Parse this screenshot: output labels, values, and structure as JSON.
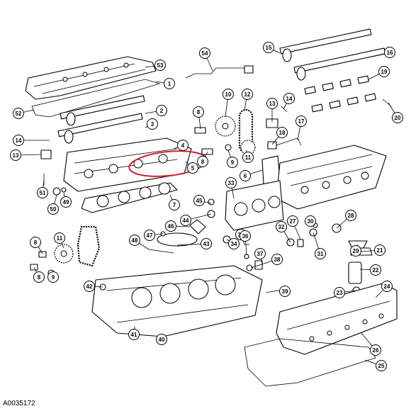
{
  "figure_id": "A0035172",
  "highlight_color": "#c8262b",
  "callouts": [
    "53",
    "1",
    "52",
    "2",
    "3",
    "14",
    "13",
    "4",
    "5",
    "51",
    "50",
    "49",
    "7",
    "54",
    "10",
    "12",
    "8",
    "8",
    "11",
    "9",
    "6",
    "13",
    "14",
    "18",
    "17",
    "15",
    "16",
    "19",
    "20",
    "33",
    "45",
    "44",
    "46",
    "47",
    "48",
    "43",
    "34",
    "35",
    "36",
    "37",
    "38",
    "32",
    "27",
    "31",
    "30",
    "28",
    "29",
    "21",
    "22",
    "23",
    "24",
    "39",
    "42",
    "11",
    "8",
    "8",
    "9",
    "41",
    "40",
    "26",
    "25"
  ]
}
